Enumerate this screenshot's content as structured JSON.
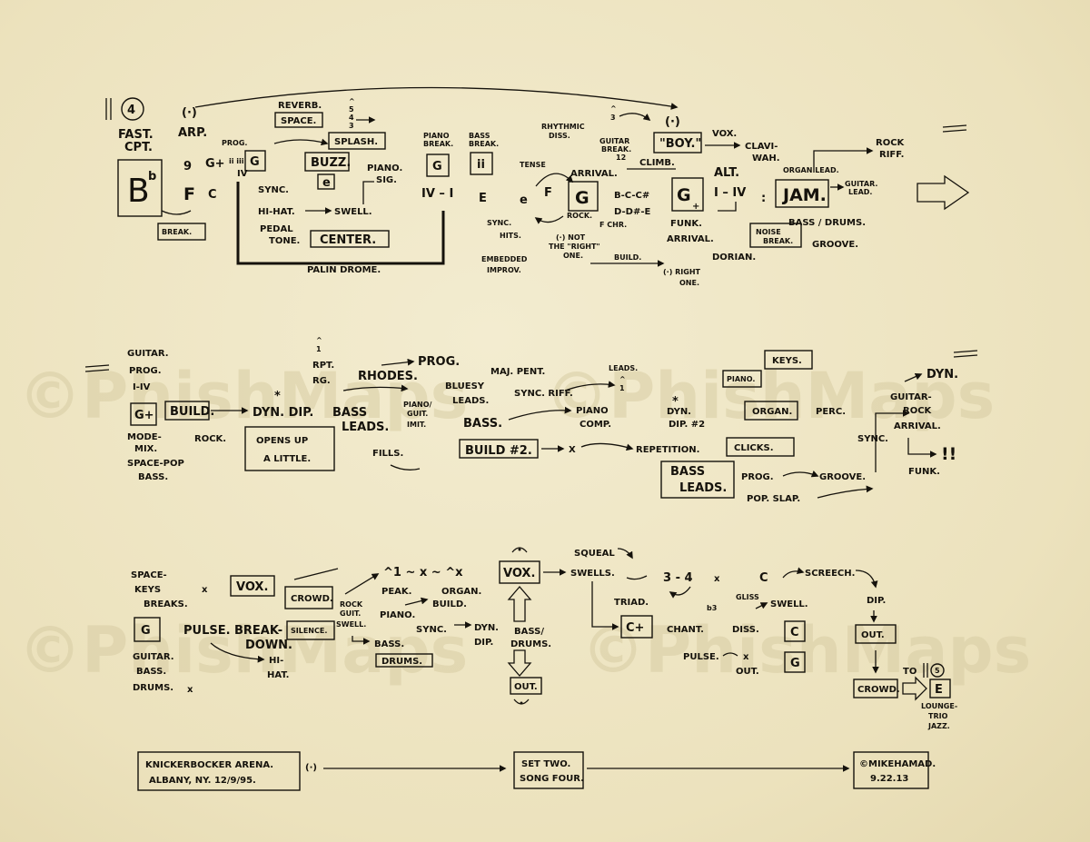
{
  "watermark": "©PhishMaps",
  "row1": {
    "section": "4",
    "fast_cpt_1": "FAST.",
    "fast_cpt_2": "CPT.",
    "fermata": "(·)",
    "arp": "ARP.",
    "bflat": "B",
    "flat_sup": "b",
    "g_num": "9",
    "gplus": "G+",
    "ii_iii": "ii iii",
    "iv": "IV",
    "f": "F",
    "c": "C",
    "prog": "PROG.",
    "break": "BREAK.",
    "reverb": "REVERB.",
    "space": "SPACE.",
    "a_543_1": "^",
    "a_543_2": "5",
    "a_543_3": "4",
    "a_543_4": "3",
    "splash": "SPLASH.",
    "g1": "G",
    "buzz": "BUZZ.",
    "e_small": "e",
    "sync": "SYNC.",
    "hihat": "HI-HAT.",
    "swell": "SWELL.",
    "pedal_1": "PEDAL",
    "pedal_2": "TONE.",
    "center": "CENTER.",
    "piano_1": "PIANO.",
    "piano_2": "SIG.",
    "palindrome": "PALIN DROME.",
    "piano_break_1": "PIANO",
    "piano_break_2": "BREAK.",
    "g2": "G",
    "iv_i": "IV – I",
    "bass_break_1": "BASS",
    "bass_break_2": "BREAK.",
    "ii": "ii",
    "rhythmic_1": "RHYTHMIC",
    "rhythmic_2": "DISS.",
    "guitar_break_1": "^",
    "guitar_break_2": "3",
    "guitar_break_3": "GUITAR",
    "guitar_break_4": "BREAK.",
    "guitar_break_5": "12",
    "fermata2": "(·)",
    "boy": "\"BOY.\"",
    "vox": "VOX.",
    "clavi_1": "CLAVI-",
    "clavi_2": "WAH.",
    "rock_riff_1": "ROCK",
    "rock_riff_2": "RIFF.",
    "tense": "TENSE",
    "e_big": "E",
    "e_flat": "e",
    "f2": "F",
    "arrival": "ARRIVAL.",
    "climb": "CLIMB.",
    "g3": "G",
    "bcc": "B-C-C#",
    "dde": "D-D#-E",
    "fchr": "F CHR.",
    "rock": "ROCK.",
    "gminus": "G",
    "gminus_sub": "+",
    "funk": "FUNK.",
    "arrival2": "ARRIVAL.",
    "alt": "ALT.",
    "iiv": "I – IV",
    "organ_lead": "ORGAN LEAD.",
    "jam": "JAM.",
    "guitar_lead_1": "GUITAR.",
    "guitar_lead_2": "LEAD.",
    "bass_drums": "BASS / DRUMS.",
    "noise_1": "NOISE",
    "noise_2": "BREAK.",
    "groove": "GROOVE.",
    "dorian": "DORIAN.",
    "sync_hits_1": "SYNC.",
    "sync_hits_2": "HITS.",
    "embedded_1": "EMBEDDED",
    "embedded_2": "IMPROV.",
    "not_right_1": "(·) NOT",
    "not_right_2": "THE \"RIGHT\"",
    "not_right_3": "ONE.",
    "build": "BUILD.",
    "right_one_1": "(·) RIGHT",
    "right_one_2": "ONE."
  },
  "row2": {
    "guitar_prog_1": "GUITAR.",
    "guitar_prog_2": "PROG.",
    "guitar_prog_3": "I-IV",
    "gplus": "G+",
    "build": "BUILD.",
    "mode_mix_1": "MODE-",
    "mode_mix_2": "MIX.",
    "space_pop_1": "SPACE-POP",
    "space_pop_2": "BASS.",
    "rock": "ROCK.",
    "rpt_1": "^",
    "rpt_2": "1",
    "rpt_3": "RPT.",
    "rpt_4": "RG.",
    "dyn_dip": "DYN. DIP.",
    "star": "*",
    "rhodes": "RHODES.",
    "bass_leads_1": "BASS",
    "bass_leads_2": "LEADS.",
    "opens_1": "OPENS UP",
    "opens_2": "A LITTLE.",
    "fills": "FILLS.",
    "prog": "PROG.",
    "piano_guit_1": "PIANO/",
    "piano_guit_2": "GUIT.",
    "piano_guit_3": "IMIT.",
    "bluesy_1": "BLUESY",
    "bluesy_2": "LEADS.",
    "maj_pent": "MAJ. PENT.",
    "sync_riff": "SYNC. RIFF.",
    "leads_1": "LEADS.",
    "leads_2": "^",
    "leads_3": "1",
    "bass": "BASS.",
    "piano_comp_1": "PIANO",
    "piano_comp_2": "COMP.",
    "build2": "BUILD #2.",
    "x": "X",
    "repetition": "REPETITION.",
    "dyn_dip2_1": "*",
    "dyn_dip2_2": "DYN.",
    "dyn_dip2_3": "DIP. #2",
    "piano": "PIANO.",
    "keys": "KEYS.",
    "organ": "ORGAN.",
    "perc": "PERC.",
    "clicks": "CLICKS.",
    "bass_leads2_1": "BASS",
    "bass_leads2_2": "LEADS.",
    "prog2": "PROG.",
    "groove": "GROOVE.",
    "pop_slap": "POP. SLAP.",
    "sync": "SYNC.",
    "dyn": "DYN.",
    "guitar_rock_1": "GUITAR-",
    "guitar_rock_2": "ROCK",
    "guitar_rock_3": "ARRIVAL.",
    "excl": "!!",
    "funk": "FUNK."
  },
  "row3": {
    "space_keys_1": "SPACE-",
    "space_keys_2": "KEYS",
    "space_keys_3": "BREAKS.",
    "x": "x",
    "g": "G",
    "guitar_1": "GUITAR.",
    "guitar_2": "BASS.",
    "guitar_3": "DRUMS.",
    "vox": "VOX.",
    "pulse": "PULSE.",
    "breakdown_1": "BREAK-",
    "breakdown_2": "DOWN.",
    "crowd": "CROWD.",
    "silence": "SILENCE.",
    "hihat_1": "HI-",
    "hihat_2": "HAT.",
    "rock_guit_1": "ROCK",
    "rock_guit_2": "GUIT.",
    "rock_guit_3": "SWELL.",
    "peak": "PEAK.",
    "organ": "ORGAN.",
    "piano": "PIANO.",
    "build": "BUILD.",
    "sync": "SYNC.",
    "bass": "BASS.",
    "drums": "DRUMS.",
    "dyn_dip_1": "DYN.",
    "dyn_dip_2": "DIP.",
    "vox2": "VOX.",
    "bass_drums_1": "BASS/",
    "bass_drums_2": "DRUMS.",
    "out": "OUT.",
    "squeal": "SQUEAL",
    "swells": "SWELLS.",
    "triad": "TRIAD.",
    "cplus": "C+",
    "chant": "CHANT.",
    "n34": "3 - 4",
    "b3": "b3",
    "diss": "DISS.",
    "gliss": "GLISS",
    "swell": "SWELL.",
    "c_hat": "C",
    "screech": "SCREECH.",
    "c_box": "C",
    "pulse2": "PULSE.",
    "out2": "OUT.",
    "g_box": "G",
    "dip": "DIP.",
    "out3": "OUT.",
    "crowd2": "CROWD.",
    "to": "TO",
    "five": "5",
    "e": "E",
    "lounge_1": "LOUNGE-",
    "lounge_2": "TRIO",
    "lounge_3": "JAZZ."
  },
  "footer": {
    "venue_1": "KNICKERBOCKER ARENA.",
    "venue_2": "ALBANY, NY.   12/9/95.",
    "fermata": "(·)",
    "set_1": "SET TWO.",
    "set_2": "SONG FOUR.",
    "credit_1": "©MIKEHAMAD.",
    "credit_2": "9.22.13"
  }
}
